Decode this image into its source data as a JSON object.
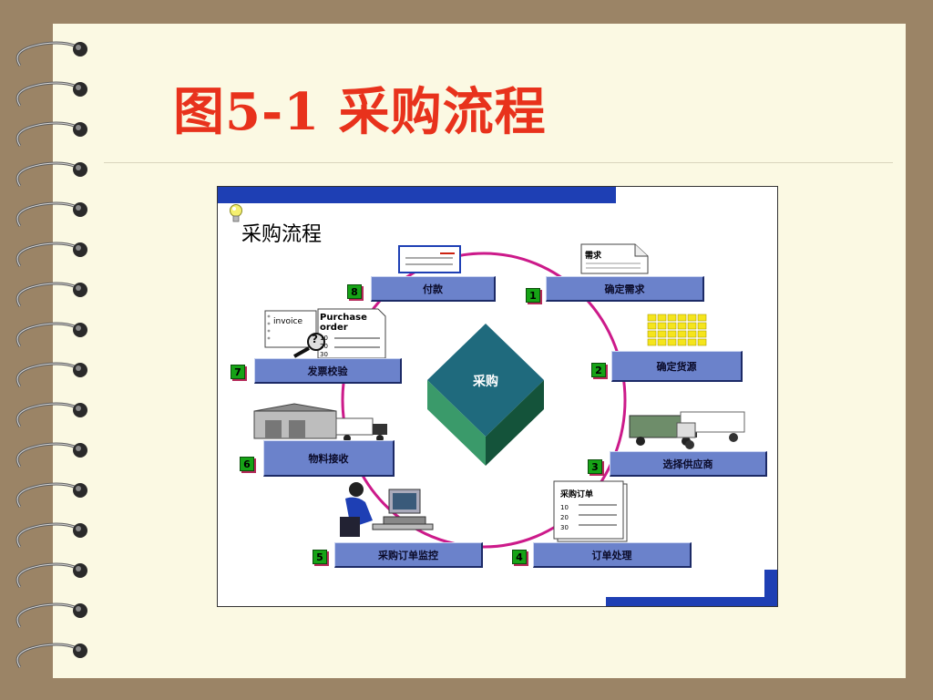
{
  "slide": {
    "title": "图5-1  采购流程"
  },
  "panel": {
    "title": "采购流程",
    "center_label": "采购"
  },
  "stages": [
    {
      "num": "1",
      "label": "确定需求"
    },
    {
      "num": "2",
      "label": "确定货源"
    },
    {
      "num": "3",
      "label": "选择供应商"
    },
    {
      "num": "4",
      "label": "订单处理"
    },
    {
      "num": "5",
      "label": "采购订单监控"
    },
    {
      "num": "6",
      "label": "物料接收"
    },
    {
      "num": "7",
      "label": "发票校验"
    },
    {
      "num": "8",
      "label": "付款"
    }
  ],
  "illustrations": {
    "need_doc_label": "需求",
    "po_doc_label": "采购订单",
    "po_doc_lines": [
      "10",
      "20",
      "30"
    ],
    "invoice_label": "invoice",
    "purchase_order_label_1": "Purchase",
    "purchase_order_label_2": "order",
    "invoice_lines": [
      "10",
      "20",
      "30"
    ],
    "question_mark": "?"
  },
  "colors": {
    "accent_title": "#e8321c",
    "stage_fill": "#6b82cb",
    "cycle_ring": "#cc1a8a",
    "center_diamond": "#1f6a7d",
    "number_badge": "#16a316",
    "bars": "#1e3fb4"
  }
}
